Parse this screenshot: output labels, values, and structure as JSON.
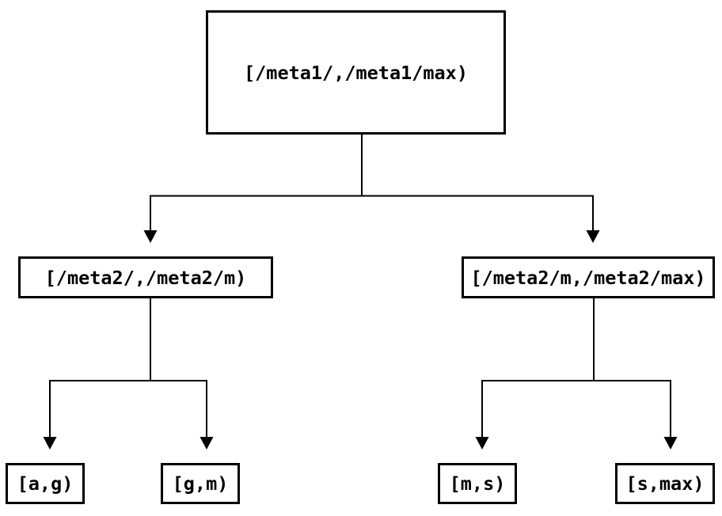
{
  "diagram": {
    "type": "tree",
    "background": "#ffffff",
    "line_color": "#000000",
    "node_border_color": "#000000",
    "node_fill_color": "#ffffff",
    "text_color": "#000000",
    "tree": {
      "root": {
        "label": "[/meta1/,/meta1/max)",
        "children": [
          {
            "label": "[/meta2/,/meta2/m)",
            "children": [
              {
                "label": "[a,g)"
              },
              {
                "label": "[g,m)"
              }
            ]
          },
          {
            "label": "[/meta2/m,/meta2/max)",
            "children": [
              {
                "label": "[m,s)"
              },
              {
                "label": "[s,max)"
              }
            ]
          }
        ]
      }
    },
    "edges": [
      {
        "from": "[/meta1/,/meta1/max)",
        "to": "[/meta2/,/meta2/m)"
      },
      {
        "from": "[/meta1/,/meta1/max)",
        "to": "[/meta2/m,/meta2/max)"
      },
      {
        "from": "[/meta2/,/meta2/m)",
        "to": "[a,g)"
      },
      {
        "from": "[/meta2/,/meta2/m)",
        "to": "[g,m)"
      },
      {
        "from": "[/meta2/m,/meta2/max)",
        "to": "[m,s)"
      },
      {
        "from": "[/meta2/m,/meta2/max)",
        "to": "[s,max)"
      }
    ]
  }
}
